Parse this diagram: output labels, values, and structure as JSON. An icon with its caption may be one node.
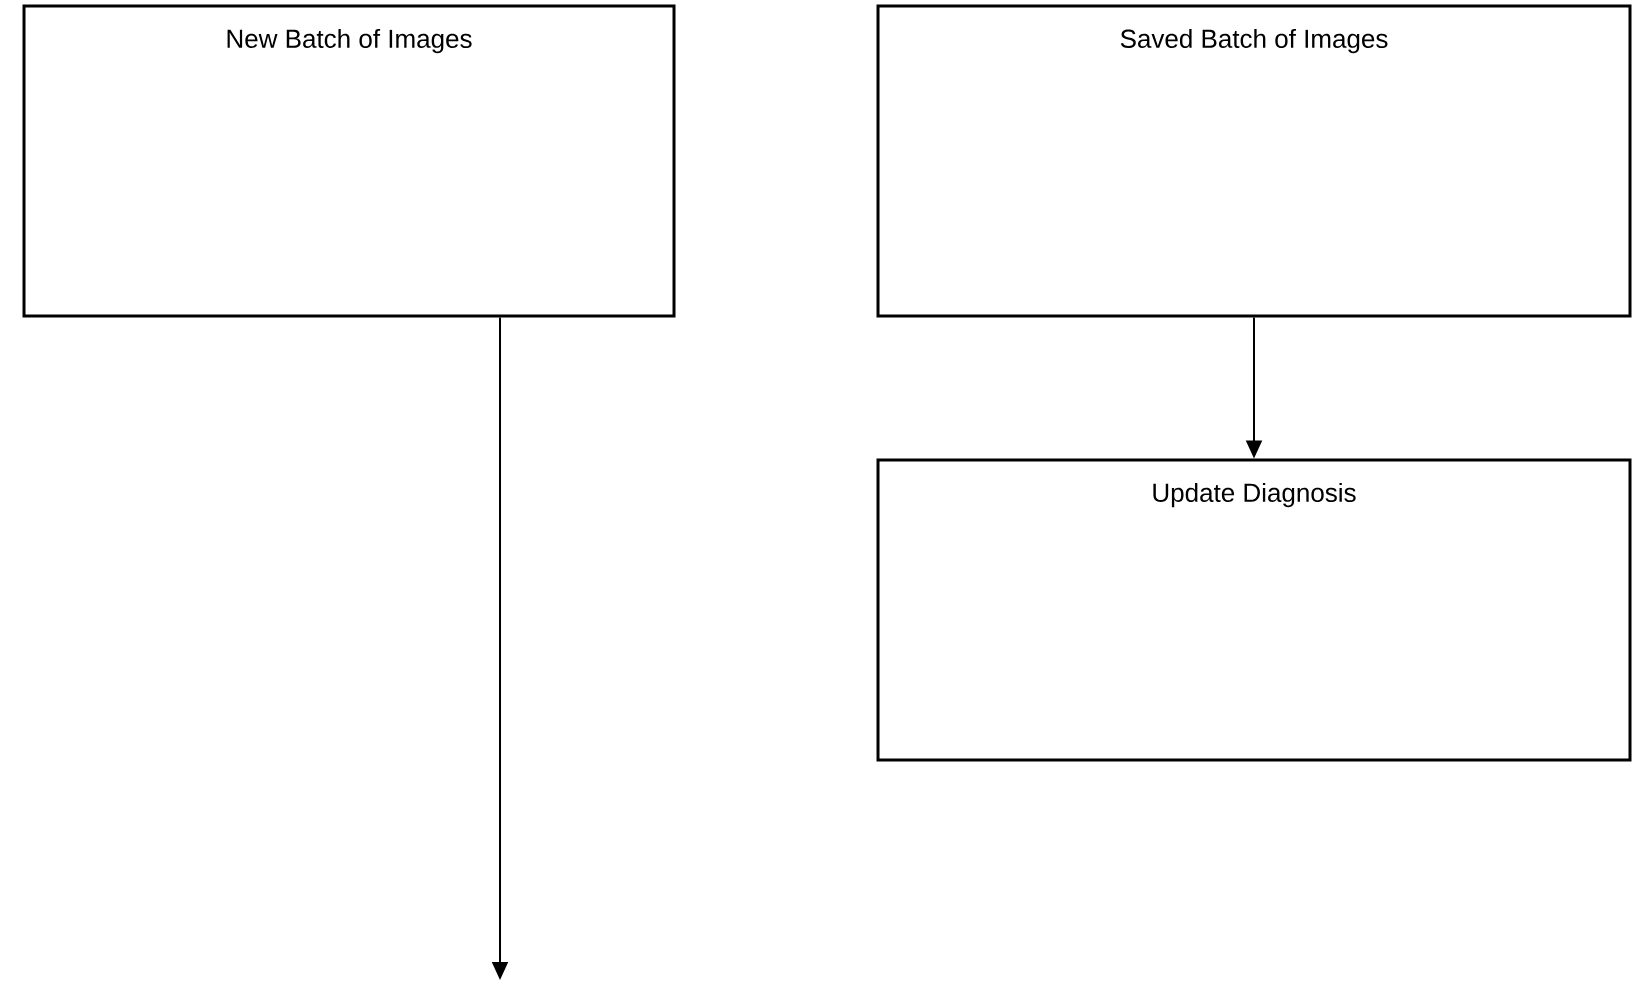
{
  "diagram": {
    "nodes": [
      {
        "text": [
          "New Batch of Images"
        ]
      },
      {
        "text": [
          "Saved Batch of Images"
        ]
      },
      {
        "text": [
          "Update Diagnosis"
        ]
      }
    ],
    "edges": [
      {
        "from": 1,
        "to": 2,
        "arrow": "to"
      },
      {
        "from": 0,
        "to": null,
        "arrow": "to"
      }
    ]
  }
}
